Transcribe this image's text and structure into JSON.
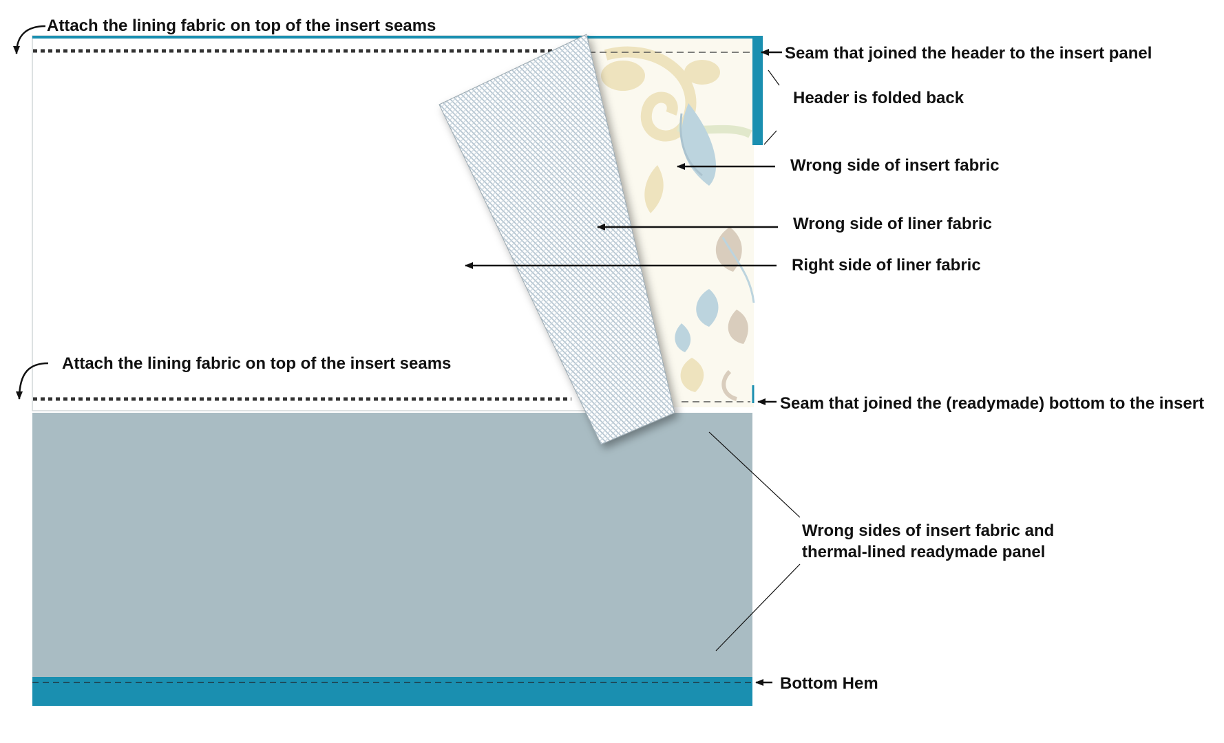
{
  "labels": {
    "attach_top": "Attach the lining fabric on top of the insert seams",
    "attach_bottom": "Attach the lining fabric on top of the insert seams",
    "seam_header": "Seam that joined the header to the insert panel",
    "header_folded": "Header is folded back",
    "wrong_insert": "Wrong side of insert fabric",
    "wrong_liner": "Wrong side of liner fabric",
    "right_liner": "Right side of liner fabric",
    "seam_bottom": "Seam that joined the (readymade) bottom to the insert",
    "wrong_sides_line1": "Wrong sides of insert fabric and",
    "wrong_sides_line2": "thermal-lined readymade panel",
    "bottom_hem": "Bottom Hem"
  },
  "colors": {
    "readymade_panel": "#a9bcc3",
    "teal_accent": "#1a8fb0",
    "liner_mesh": "#aebfcc",
    "floral_blue": "#7fb0cf",
    "floral_gold": "#e3cf8f",
    "floral_brown": "#b9a38c",
    "text": "#111111"
  }
}
